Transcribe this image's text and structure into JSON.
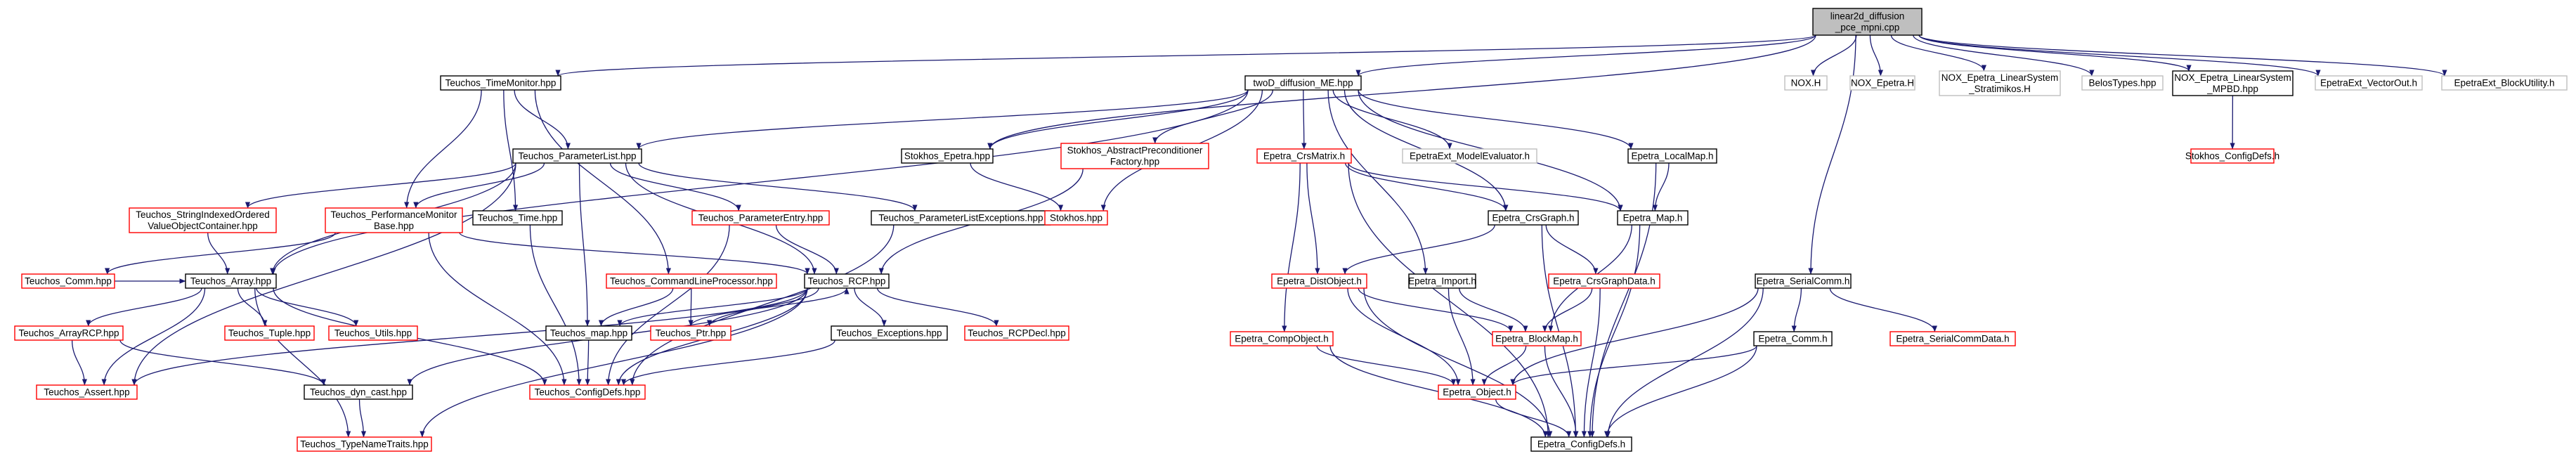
{
  "colors": {
    "edge": "#191970",
    "black": "#000000",
    "red": "#ff0000",
    "grey": "#bfbfbf",
    "root_fill": "#bfbfbf"
  },
  "nodes": [
    {
      "id": "root",
      "lines": [
        "linear2d_diffusion",
        "_pce_mpni.cpp"
      ],
      "style": "root"
    },
    {
      "id": "tm",
      "lines": [
        "Teuchos_TimeMonitor.hpp"
      ],
      "style": "black"
    },
    {
      "id": "twoD",
      "lines": [
        "twoD_diffusion_ME.hpp"
      ],
      "style": "black"
    },
    {
      "id": "noxh",
      "lines": [
        "NOX.H"
      ],
      "style": "grey"
    },
    {
      "id": "noxep",
      "lines": [
        "NOX_Epetra.H"
      ],
      "style": "grey"
    },
    {
      "id": "noxls",
      "lines": [
        "NOX_Epetra_LinearSystem",
        "_Stratimikos.H"
      ],
      "style": "grey"
    },
    {
      "id": "belos",
      "lines": [
        "BelosTypes.hpp"
      ],
      "style": "grey"
    },
    {
      "id": "mpbd",
      "lines": [
        "NOX_Epetra_LinearSystem",
        "_MPBD.hpp"
      ],
      "style": "black"
    },
    {
      "id": "vecout",
      "lines": [
        "EpetraExt_VectorOut.h"
      ],
      "style": "grey"
    },
    {
      "id": "blockutil",
      "lines": [
        "EpetraExt_BlockUtility.h"
      ],
      "style": "grey"
    },
    {
      "id": "plist",
      "lines": [
        "Teuchos_ParameterList.hpp"
      ],
      "style": "black"
    },
    {
      "id": "stepetra",
      "lines": [
        "Stokhos_Epetra.hpp"
      ],
      "style": "black"
    },
    {
      "id": "stabs",
      "lines": [
        "Stokhos_AbstractPreconditioner",
        "Factory.hpp"
      ],
      "style": "red"
    },
    {
      "id": "crsmat",
      "lines": [
        "Epetra_CrsMatrix.h"
      ],
      "style": "red"
    },
    {
      "id": "modeleval",
      "lines": [
        "EpetraExt_ModelEvaluator.h"
      ],
      "style": "grey"
    },
    {
      "id": "localmap",
      "lines": [
        "Epetra_LocalMap.h"
      ],
      "style": "black"
    },
    {
      "id": "stconfig",
      "lines": [
        "Stokhos_ConfigDefs.h"
      ],
      "style": "red"
    },
    {
      "id": "sivo",
      "lines": [
        "Teuchos_StringIndexedOrdered",
        "ValueObjectContainer.hpp"
      ],
      "style": "red"
    },
    {
      "id": "perfmon",
      "lines": [
        "Teuchos_PerformanceMonitor",
        "Base.hpp"
      ],
      "style": "red"
    },
    {
      "id": "ttime",
      "lines": [
        "Teuchos_Time.hpp"
      ],
      "style": "black"
    },
    {
      "id": "pentry",
      "lines": [
        "Teuchos_ParameterEntry.hpp"
      ],
      "style": "red"
    },
    {
      "id": "plexc",
      "lines": [
        "Teuchos_ParameterListExceptions.hpp"
      ],
      "style": "black"
    },
    {
      "id": "stokhos",
      "lines": [
        "Stokhos.hpp"
      ],
      "style": "red"
    },
    {
      "id": "crsgraph",
      "lines": [
        "Epetra_CrsGraph.h"
      ],
      "style": "black"
    },
    {
      "id": "emap",
      "lines": [
        "Epetra_Map.h"
      ],
      "style": "black"
    },
    {
      "id": "serialcomm",
      "lines": [
        "Epetra_SerialComm.h"
      ],
      "style": "black"
    },
    {
      "id": "tcomm",
      "lines": [
        "Teuchos_Comm.hpp"
      ],
      "style": "red"
    },
    {
      "id": "tarray",
      "lines": [
        "Teuchos_Array.hpp"
      ],
      "style": "black"
    },
    {
      "id": "cmdline",
      "lines": [
        "Teuchos_CommandLineProcessor.hpp"
      ],
      "style": "red"
    },
    {
      "id": "trcp",
      "lines": [
        "Teuchos_RCP.hpp"
      ],
      "style": "black"
    },
    {
      "id": "distobj",
      "lines": [
        "Epetra_DistObject.h"
      ],
      "style": "red"
    },
    {
      "id": "eimport",
      "lines": [
        "Epetra_Import.h"
      ],
      "style": "black"
    },
    {
      "id": "crsgdata",
      "lines": [
        "Epetra_CrsGraphData.h"
      ],
      "style": "red"
    },
    {
      "id": "arcp",
      "lines": [
        "Teuchos_ArrayRCP.hpp"
      ],
      "style": "red"
    },
    {
      "id": "tuple",
      "lines": [
        "Teuchos_Tuple.hpp"
      ],
      "style": "red"
    },
    {
      "id": "utils",
      "lines": [
        "Teuchos_Utils.hpp"
      ],
      "style": "red"
    },
    {
      "id": "tmap",
      "lines": [
        "Teuchos_map.hpp"
      ],
      "style": "black"
    },
    {
      "id": "tptr",
      "lines": [
        "Teuchos_Ptr.hpp"
      ],
      "style": "red"
    },
    {
      "id": "texc",
      "lines": [
        "Teuchos_Exceptions.hpp"
      ],
      "style": "black"
    },
    {
      "id": "rcpdecl",
      "lines": [
        "Teuchos_RCPDecl.hpp"
      ],
      "style": "red"
    },
    {
      "id": "compobj",
      "lines": [
        "Epetra_CompObject.h"
      ],
      "style": "red"
    },
    {
      "id": "blockmap",
      "lines": [
        "Epetra_BlockMap.h"
      ],
      "style": "red"
    },
    {
      "id": "ecomm",
      "lines": [
        "Epetra_Comm.h"
      ],
      "style": "black"
    },
    {
      "id": "scdata",
      "lines": [
        "Epetra_SerialCommData.h"
      ],
      "style": "red"
    },
    {
      "id": "tassert",
      "lines": [
        "Teuchos_Assert.hpp"
      ],
      "style": "red"
    },
    {
      "id": "dyncast",
      "lines": [
        "Teuchos_dyn_cast.hpp"
      ],
      "style": "black"
    },
    {
      "id": "tconfig",
      "lines": [
        "Teuchos_ConfigDefs.hpp"
      ],
      "style": "red"
    },
    {
      "id": "eobject",
      "lines": [
        "Epetra_Object.h"
      ],
      "style": "red"
    },
    {
      "id": "typetraits",
      "lines": [
        "Teuchos_TypeNameTraits.hpp"
      ],
      "style": "red"
    },
    {
      "id": "econfig",
      "lines": [
        "Epetra_ConfigDefs.h"
      ],
      "style": "black"
    }
  ],
  "edges": [
    [
      "root",
      "tm"
    ],
    [
      "root",
      "twoD"
    ],
    [
      "root",
      "noxh"
    ],
    [
      "root",
      "noxep"
    ],
    [
      "root",
      "noxls"
    ],
    [
      "root",
      "belos"
    ],
    [
      "root",
      "mpbd"
    ],
    [
      "root",
      "vecout"
    ],
    [
      "root",
      "blockutil"
    ],
    [
      "root",
      "stepetra"
    ],
    [
      "root",
      "serialcomm"
    ],
    [
      "mpbd",
      "stconfig"
    ],
    [
      "tm",
      "plist"
    ],
    [
      "tm",
      "perfmon"
    ],
    [
      "tm",
      "ttime"
    ],
    [
      "tm",
      "cmdline"
    ],
    [
      "twoD",
      "plist"
    ],
    [
      "twoD",
      "stepetra"
    ],
    [
      "twoD",
      "stabs"
    ],
    [
      "twoD",
      "crsmat"
    ],
    [
      "twoD",
      "modeleval"
    ],
    [
      "twoD",
      "localmap"
    ],
    [
      "twoD",
      "eimport"
    ],
    [
      "twoD",
      "crsgraph"
    ],
    [
      "twoD",
      "emap"
    ],
    [
      "twoD",
      "tarray"
    ],
    [
      "twoD",
      "stokhos"
    ],
    [
      "plist",
      "sivo"
    ],
    [
      "plist",
      "perfmon"
    ],
    [
      "plist",
      "pentry"
    ],
    [
      "plist",
      "plexc"
    ],
    [
      "plist",
      "tarray"
    ],
    [
      "plist",
      "tmap"
    ],
    [
      "plist",
      "trcp"
    ],
    [
      "plist",
      "tassert"
    ],
    [
      "stepetra",
      "stokhos"
    ],
    [
      "stabs",
      "trcp"
    ],
    [
      "crsmat",
      "crsgraph"
    ],
    [
      "crsmat",
      "distobj"
    ],
    [
      "crsmat",
      "compobj"
    ],
    [
      "crsmat",
      "emap"
    ],
    [
      "crsmat",
      "econfig"
    ],
    [
      "localmap",
      "emap"
    ],
    [
      "localmap",
      "econfig"
    ],
    [
      "sivo",
      "tarray"
    ],
    [
      "perfmon",
      "tcomm"
    ],
    [
      "perfmon",
      "trcp"
    ],
    [
      "perfmon",
      "tconfig"
    ],
    [
      "ttime",
      "tconfig"
    ],
    [
      "pentry",
      "trcp"
    ],
    [
      "pentry",
      "tconfig"
    ],
    [
      "plexc",
      "tconfig"
    ],
    [
      "crsgraph",
      "distobj"
    ],
    [
      "crsgraph",
      "crsgdata"
    ],
    [
      "crsgraph",
      "econfig"
    ],
    [
      "emap",
      "blockmap"
    ],
    [
      "emap",
      "econfig"
    ],
    [
      "serialcomm",
      "ecomm"
    ],
    [
      "serialcomm",
      "scdata"
    ],
    [
      "serialcomm",
      "eobject"
    ],
    [
      "serialcomm",
      "econfig"
    ],
    [
      "tcomm",
      "tarray"
    ],
    [
      "tarray",
      "arcp"
    ],
    [
      "tarray",
      "tuple"
    ],
    [
      "tarray",
      "utils"
    ],
    [
      "tarray",
      "tassert"
    ],
    [
      "tarray",
      "tconfig"
    ],
    [
      "tarray",
      "typetraits"
    ],
    [
      "cmdline",
      "tmap"
    ],
    [
      "cmdline",
      "tptr"
    ],
    [
      "trcp",
      "tmap"
    ],
    [
      "trcp",
      "tptr"
    ],
    [
      "trcp",
      "texc"
    ],
    [
      "trcp",
      "rcpdecl"
    ],
    [
      "trcp",
      "tconfig"
    ],
    [
      "trcp",
      "dyncast"
    ],
    [
      "trcp",
      "tassert"
    ],
    [
      "trcp",
      "typetraits"
    ],
    [
      "distobj",
      "blockmap"
    ],
    [
      "distobj",
      "eobject"
    ],
    [
      "distobj",
      "econfig"
    ],
    [
      "eimport",
      "blockmap"
    ],
    [
      "eimport",
      "eobject"
    ],
    [
      "crsgdata",
      "blockmap"
    ],
    [
      "crsgdata",
      "econfig"
    ],
    [
      "arcp",
      "tassert"
    ],
    [
      "arcp",
      "dyncast"
    ],
    [
      "tmap",
      "tconfig"
    ],
    [
      "tptr",
      "trcp"
    ],
    [
      "texc",
      "tconfig"
    ],
    [
      "compobj",
      "eobject"
    ],
    [
      "compobj",
      "econfig"
    ],
    [
      "blockmap",
      "eobject"
    ],
    [
      "blockmap",
      "econfig"
    ],
    [
      "ecomm",
      "eobject"
    ],
    [
      "ecomm",
      "econfig"
    ],
    [
      "dyncast",
      "typetraits"
    ],
    [
      "eobject",
      "econfig"
    ]
  ]
}
